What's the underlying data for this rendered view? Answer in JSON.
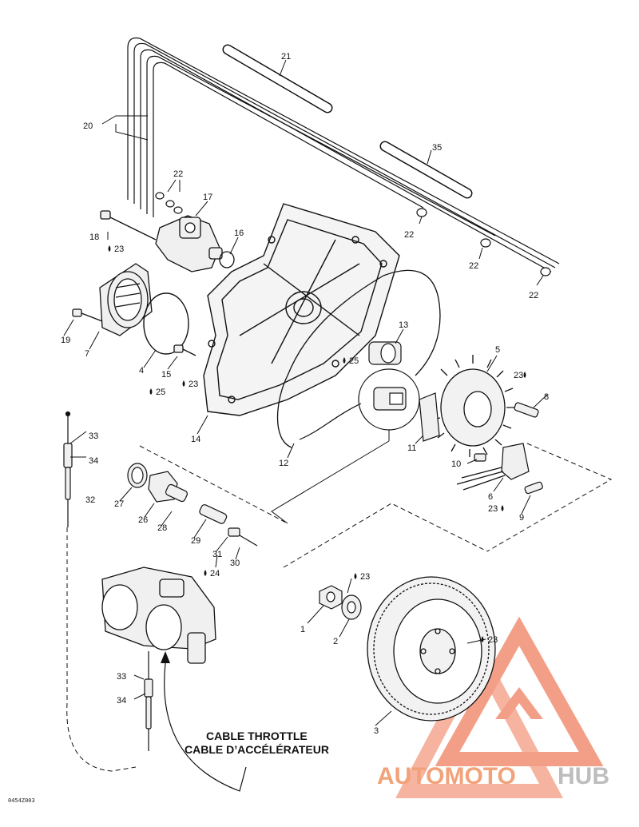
{
  "part_labels": [
    "1",
    "2",
    "3",
    "4",
    "5",
    "6",
    "7",
    "8",
    "9",
    "10",
    "11",
    "12",
    "13",
    "14",
    "15",
    "16",
    "17",
    "18",
    "19",
    "20",
    "21",
    "22",
    "22",
    "22",
    "22",
    "23",
    "23",
    "23",
    "23",
    "23",
    "23",
    "23",
    "23",
    "24",
    "25",
    "25",
    "26",
    "27",
    "28",
    "29",
    "30",
    "31",
    "32",
    "33",
    "34",
    "33",
    "34",
    "35"
  ],
  "cable_title": {
    "line1": "CABLE THROTTLE",
    "line2": "CABLE D’ACCÉLÉRATEUR"
  },
  "drawing_code": "0454Z003",
  "watermark": {
    "part1": "AUTOMOTO",
    "part2": "HUB",
    "color_primary": "#f2a27a",
    "color_secondary": "#bdbdbd",
    "logo_color": "#f08060"
  },
  "line_color": "#111111"
}
